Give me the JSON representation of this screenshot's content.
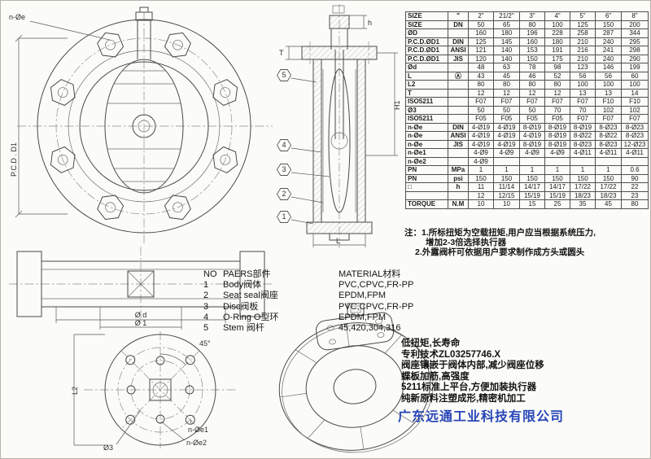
{
  "sheet": {
    "bg": "#fbfbf8",
    "line_color": "#4a4a4a",
    "accent_blue": "#2746b8"
  },
  "spec_table": {
    "rows": [
      {
        "label": "SIZE",
        "sub": "\"",
        "values": [
          "2\"",
          "21/2\"",
          "3\"",
          "4\"",
          "5\"",
          "6\"",
          "8\""
        ]
      },
      {
        "label": "SIZE",
        "sub": "DN",
        "values": [
          "50",
          "65",
          "80",
          "100",
          "125",
          "150",
          "200"
        ]
      },
      {
        "label": "ØD",
        "sub": "",
        "values": [
          "160",
          "180",
          "196",
          "228",
          "258",
          "287",
          "344"
        ]
      },
      {
        "label": "P.C.D.ØD1",
        "sub": "DIN",
        "values": [
          "125",
          "145",
          "160",
          "180",
          "210",
          "240",
          "295"
        ]
      },
      {
        "label": "P.C.D.ØD1",
        "sub": "ANSI",
        "values": [
          "121",
          "140",
          "153",
          "191",
          "216",
          "241",
          "298"
        ]
      },
      {
        "label": "P.C.D.ØD1",
        "sub": "JIS",
        "values": [
          "120",
          "140",
          "150",
          "175",
          "210",
          "240",
          "290"
        ]
      },
      {
        "label": "Ød",
        "sub": "",
        "values": [
          "48",
          "63",
          "78",
          "98",
          "123",
          "146",
          "199"
        ]
      },
      {
        "label": "L",
        "sub": "Ⓐ",
        "values": [
          "43",
          "45",
          "46",
          "52",
          "56",
          "56",
          "60"
        ]
      },
      {
        "label": "L2",
        "sub": "",
        "values": [
          "80",
          "80",
          "80",
          "80",
          "100",
          "100",
          "100"
        ]
      },
      {
        "label": "T",
        "sub": "",
        "values": [
          "12",
          "12",
          "12",
          "12",
          "13",
          "13",
          "14"
        ]
      },
      {
        "label": "ISO5211",
        "sub": "",
        "values": [
          "F07",
          "F07",
          "F07",
          "F07",
          "F07",
          "F10",
          "F10"
        ]
      },
      {
        "label": "Ø3",
        "sub": "",
        "values": [
          "50",
          "50",
          "50",
          "70",
          "70",
          "102",
          "102"
        ]
      },
      {
        "label": "ISO5211",
        "sub": "",
        "values": [
          "F05",
          "F05",
          "F05",
          "F05",
          "F07",
          "F07",
          "F07"
        ]
      },
      {
        "label": "n-Øe",
        "sub": "DIN",
        "values": [
          "4-Ø19",
          "4-Ø19",
          "8-Ø19",
          "8-Ø19",
          "8-Ø19",
          "8-Ø23",
          "8-Ø23"
        ]
      },
      {
        "label": "n-Øe",
        "sub": "ANSI",
        "values": [
          "4-Ø19",
          "4-Ø19",
          "4-Ø19",
          "8-Ø19",
          "8-Ø22",
          "8-Ø22",
          "8-Ø23"
        ]
      },
      {
        "label": "n-Øe",
        "sub": "JIS",
        "values": [
          "4-Ø19",
          "4-Ø19",
          "8-Ø19",
          "8-Ø19",
          "8-Ø23",
          "8-Ø23",
          "12-Ø23"
        ]
      },
      {
        "label": "n-Øe1",
        "sub": "",
        "values": [
          "4-Ø9",
          "4-Ø9",
          "4-Ø9",
          "4-Ø9",
          "4-Ø11",
          "4-Ø11",
          "4-Ø11"
        ]
      },
      {
        "label": "n-Øe2",
        "sub": "",
        "values": [
          "4-Ø9",
          "",
          "",
          "",
          "",
          "",
          ""
        ]
      },
      {
        "label": "PN",
        "sub": "MPa",
        "values": [
          "1",
          "1",
          "1",
          "1",
          "1",
          "1",
          "0.6"
        ]
      },
      {
        "label": "PN",
        "sub": "psi",
        "values": [
          "150",
          "150",
          "150",
          "150",
          "150",
          "150",
          "90"
        ]
      },
      {
        "label": "□",
        "sub": "h",
        "values": [
          "11",
          "11/14",
          "14/17",
          "14/17",
          "17/22",
          "17/22",
          "22"
        ]
      },
      {
        "label": "",
        "sub": "",
        "values": [
          "12",
          "12/15",
          "15/19",
          "15/19",
          "18/23",
          "18/23",
          "23"
        ]
      },
      {
        "label": "TORQUE",
        "sub": "N.M",
        "values": [
          "10",
          "10",
          "15",
          "25",
          "35",
          "45",
          "80"
        ]
      }
    ]
  },
  "notes": {
    "line1": "注：1.所标扭矩为空载扭矩,用户应当根据系统压力,",
    "line2": "增加2-3倍选择执行器",
    "line3": "2.外露阀杆可依据用户要求制作成方头或圆头"
  },
  "parts_list": {
    "headers": {
      "no": "NO",
      "part": "PAERS部件",
      "material": "MATERIAL材料"
    },
    "rows": [
      {
        "no": "1",
        "part": "Body阀体",
        "material": "PVC,CPVC,FR-PP"
      },
      {
        "no": "2",
        "part": "Seat seal阀座",
        "material": "EPDM,FPM"
      },
      {
        "no": "3",
        "part": "Disc阀板",
        "material": "PVC,CPVC,FR-PP"
      },
      {
        "no": "4",
        "part": "O-Ring O型环",
        "material": "EPDM,FPM"
      },
      {
        "no": "5",
        "part": "Stem 阀杆",
        "material": "45,420,304,316"
      }
    ]
  },
  "features": {
    "lines": [
      "低扭矩,长寿命",
      "专利技术ZL03257746.X",
      "阀座镶嵌于阀体内部,减少阀座位移",
      "蝶板加筋,高强度",
      "5211标准上平台,方便加装执行器",
      "纯新原料注塑成形,精密机加工"
    ]
  },
  "company": {
    "name": "广东远通工业科技有限公司"
  },
  "drawing": {
    "front": {
      "bolt_label": "n-Øe",
      "pcd_label": "P.C.D . D1"
    },
    "side": {
      "dim_d": "Ø d",
      "dim_1": "Ø 1"
    },
    "flange": {
      "angle": "45°",
      "l2": "L2",
      "e1": "n-Øe1",
      "e2": "n-Øe2",
      "d3": "Ø3"
    },
    "section": {
      "t": "T",
      "h": "h",
      "h1": "H1",
      "l": "L",
      "balloons": [
        "5",
        "4",
        "3",
        "2",
        "1"
      ]
    }
  }
}
